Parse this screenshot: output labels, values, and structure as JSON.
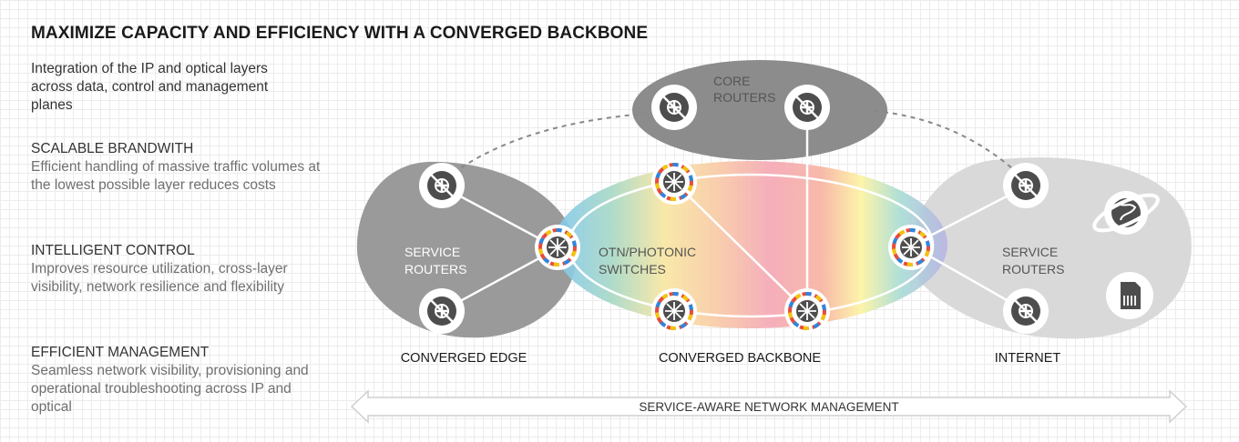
{
  "title": "MAXIMIZE CAPACITY AND EFFICIENCY WITH A CONVERGED BACKBONE",
  "lead": "Integration of the IP and optical layers across data, control and management planes",
  "features": [
    {
      "heading": "SCALABLE BRANDWITH",
      "text": "Efficient handling of massive traffic volumes at the lowest possible layer reduces costs"
    },
    {
      "heading": "INTELLIGENT CONTROL",
      "text": "Improves resource utilization, cross-layer visibility, network resilience and flexibility"
    },
    {
      "heading": "EFFICIENT MANAGEMENT",
      "text": "Seamless network visibility, provisioning and operational troubleshooting across IP and optical"
    }
  ],
  "diagram": {
    "core_label_1": "CORE",
    "core_label_2": "ROUTERS",
    "edge_label_1": "SERVICE",
    "edge_label_2": "ROUTERS",
    "otn_label_1": "OTN/PHOTONIC",
    "otn_label_2": "SWITCHES",
    "internet_label_1": "SERVICE",
    "internet_label_2": "ROUTERS",
    "caption_edge": "CONVERGED EDGE",
    "caption_backbone": "CONVERGED BACKBONE",
    "caption_internet": "INTERNET",
    "management_label": "SERVICE-AWARE NETWORK MANAGEMENT"
  },
  "colors": {
    "router_dark": "#4d4d4d",
    "core_region": "#8c8c8c",
    "edge_region": "#9a9a9a",
    "internet_region": "#d9d9d9"
  },
  "icons": [
    "router-icon",
    "otn-switch-icon",
    "globe-icon",
    "server-icon",
    "double-arrow-icon"
  ]
}
